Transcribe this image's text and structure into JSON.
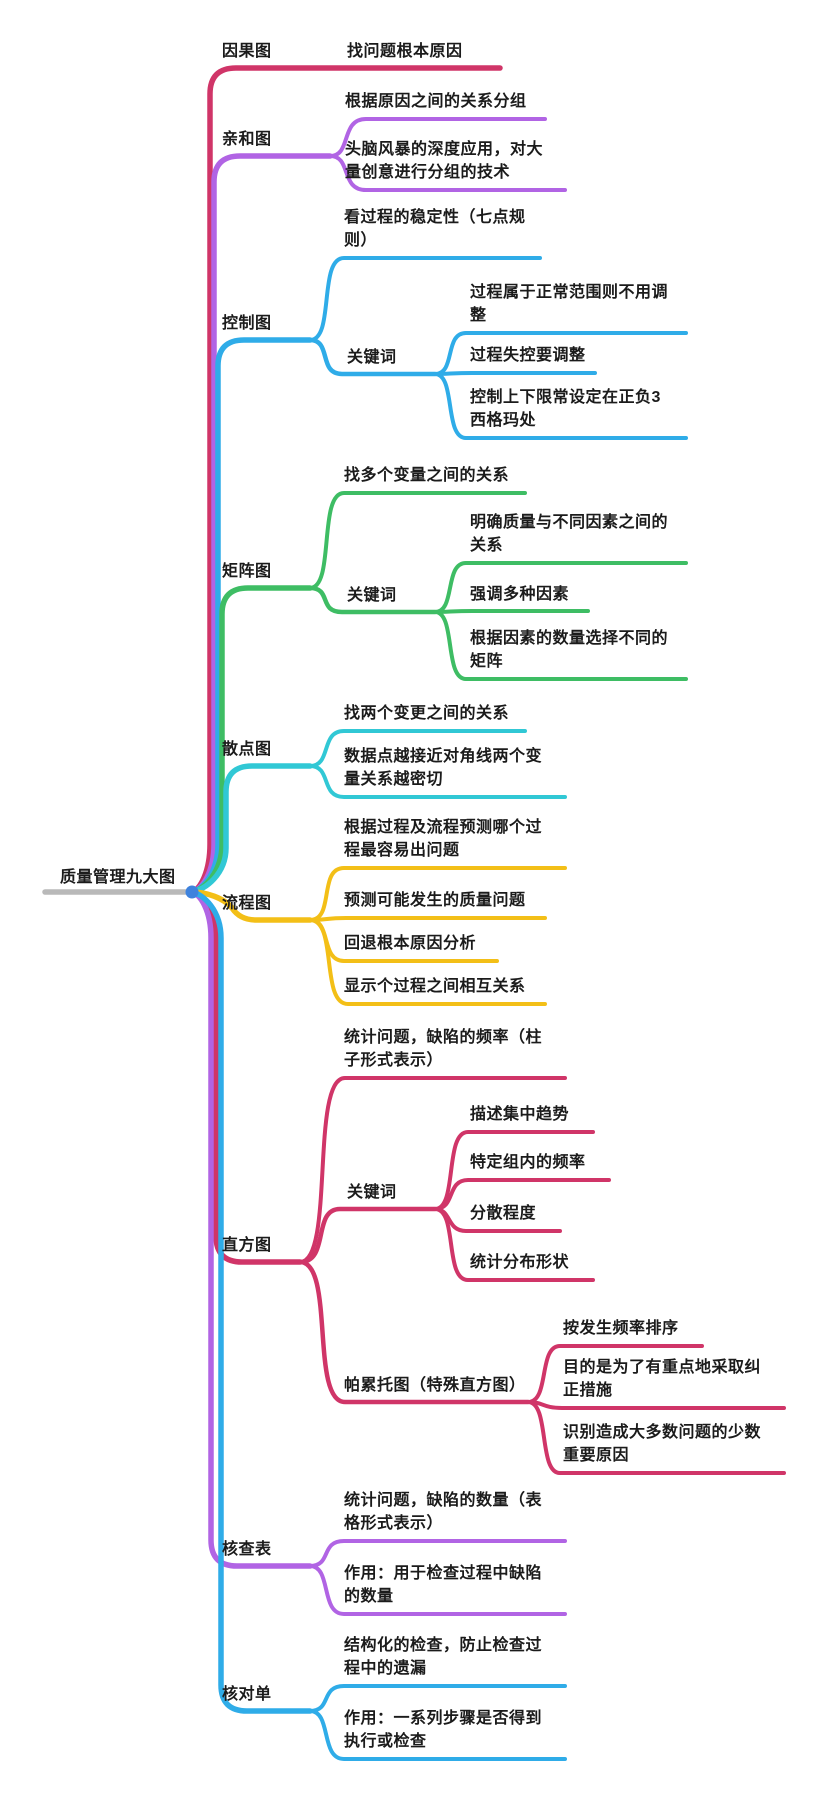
{
  "root": {
    "label": "质量管理九大图",
    "line_color": "#b9b9b9",
    "dot_color": "#3e82dd"
  },
  "branches": [
    {
      "label": "因果图",
      "color": "#d03568",
      "children": [
        {
          "label": "找问题根本原因"
        }
      ]
    },
    {
      "label": "亲和图",
      "color": "#b164e4",
      "children": [
        {
          "label": "根据原因之间的关系分组"
        },
        {
          "label": "头脑风暴的深度应用，对大量创意进行分组的技术"
        }
      ]
    },
    {
      "label": "控制图",
      "color": "#2face8",
      "children": [
        {
          "label": "看过程的稳定性（七点规则）"
        },
        {
          "label": "关键词",
          "children": [
            {
              "label": "过程属于正常范围则不用调整"
            },
            {
              "label": "过程失控要调整"
            },
            {
              "label": "控制上下限常设定在正负3西格玛处"
            }
          ]
        }
      ]
    },
    {
      "label": "矩阵图",
      "color": "#3ebd64",
      "children": [
        {
          "label": "找多个变量之间的关系"
        },
        {
          "label": "关键词",
          "children": [
            {
              "label": "明确质量与不同因素之间的关系"
            },
            {
              "label": "强调多种因素"
            },
            {
              "label": "根据因素的数量选择不同的矩阵"
            }
          ]
        }
      ]
    },
    {
      "label": "散点图",
      "color": "#31c8d5",
      "children": [
        {
          "label": "找两个变更之间的关系"
        },
        {
          "label": "数据点越接近对角线两个变量关系越密切"
        }
      ]
    },
    {
      "label": "流程图",
      "color": "#f3bf17",
      "children": [
        {
          "label": "根据过程及流程预测哪个过程最容易出问题"
        },
        {
          "label": "预测可能发生的质量问题"
        },
        {
          "label": "回退根本原因分析"
        },
        {
          "label": "显示个过程之间相互关系"
        }
      ]
    },
    {
      "label": "直方图",
      "color": "#d03568",
      "children": [
        {
          "label": "统计问题，缺陷的频率（柱子形式表示）"
        },
        {
          "label": "关键词",
          "children": [
            {
              "label": "描述集中趋势"
            },
            {
              "label": "特定组内的频率"
            },
            {
              "label": "分散程度"
            },
            {
              "label": "统计分布形状"
            }
          ]
        },
        {
          "label": "帕累托图（特殊直方图）",
          "children": [
            {
              "label": "按发生频率排序"
            },
            {
              "label": "目的是为了有重点地采取纠正措施"
            },
            {
              "label": "识别造成大多数问题的少数重要原因"
            }
          ]
        }
      ]
    },
    {
      "label": "核查表",
      "color": "#b164e4",
      "children": [
        {
          "label": "统计问题，缺陷的数量（表格形式表示）"
        },
        {
          "label": "作用：用于检查过程中缺陷的数量"
        }
      ]
    },
    {
      "label": "核对单",
      "color": "#2face8",
      "children": [
        {
          "label": "结构化的检查，防止检查过程中的遗漏"
        },
        {
          "label": "作用：一系列步骤是否得到执行或检查"
        }
      ]
    }
  ]
}
